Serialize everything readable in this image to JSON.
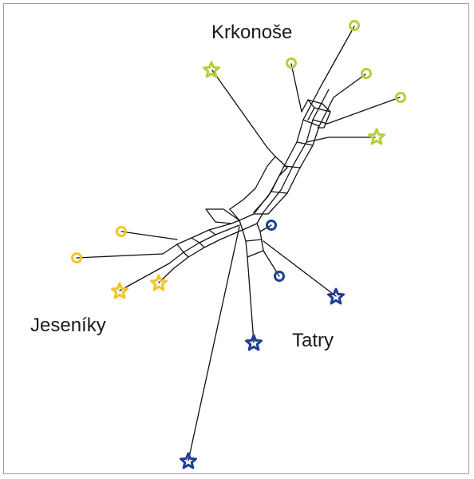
{
  "labels": {
    "krkonose": "Krkonoše",
    "jeseniky": "Jeseníky",
    "tatry": "Tatry"
  },
  "colors": {
    "krkonose": "#b5cf3a",
    "jeseniky": "#f2c528",
    "tatry": "#1f3f96",
    "edge": "#111111",
    "frame": "#9a9a9a"
  },
  "marker_legend": {
    "circle": "circle-marker",
    "star": "star-marker"
  }
}
